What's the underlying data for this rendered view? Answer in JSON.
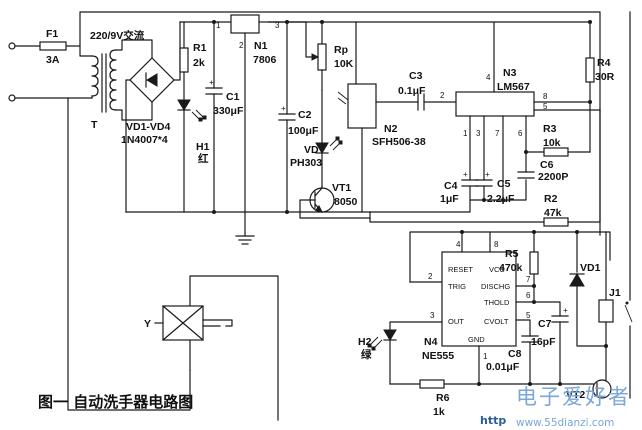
{
  "title": "图一 自动洗手器电路图",
  "watermark": {
    "text": "电子爱好者",
    "url": "www.55dianzi.com",
    "http": "http"
  },
  "components": {
    "F1": {
      "ref": "F1",
      "value": "3A"
    },
    "T": {
      "ref": "T",
      "spec": "220/9V交流"
    },
    "bridge": {
      "ref": "VD1-VD4",
      "value": "1N4007*4"
    },
    "R1": {
      "ref": "R1",
      "value": "2k"
    },
    "H1": {
      "ref": "H1",
      "value": "红"
    },
    "C1": {
      "ref": "C1",
      "value": "330μF"
    },
    "N1": {
      "ref": "N1",
      "value": "7806",
      "pins": [
        "1",
        "2",
        "3"
      ]
    },
    "C2": {
      "ref": "C2",
      "value": "100μF"
    },
    "VD": {
      "ref": "VD",
      "value": "PH303"
    },
    "Rp": {
      "ref": "Rp",
      "value": "10K"
    },
    "VT1": {
      "ref": "VT1",
      "value": "8050"
    },
    "N2": {
      "ref": "N2",
      "value": "SFH506-38"
    },
    "C3": {
      "ref": "C3",
      "value": "0.1μF"
    },
    "N3": {
      "ref": "N3",
      "value": "LM567",
      "pins": [
        "2",
        "4",
        "8",
        "5",
        "1",
        "3",
        "7",
        "6"
      ]
    },
    "R4": {
      "ref": "R4",
      "value": "30R"
    },
    "R3": {
      "ref": "R3",
      "value": "10k"
    },
    "C6": {
      "ref": "C6",
      "value": "2200P"
    },
    "C4": {
      "ref": "C4",
      "value": "1μF"
    },
    "C5": {
      "ref": "C5",
      "value": "2.2μF"
    },
    "R2": {
      "ref": "R2",
      "value": "47k"
    },
    "R5": {
      "ref": "R5",
      "value": "470k"
    },
    "VD1": {
      "ref": "VD1"
    },
    "J1": {
      "ref": "J1"
    },
    "Y": {
      "ref": "Y"
    },
    "N4": {
      "ref": "N4",
      "value": "NE555",
      "pin_names": {
        "reset": "RESET",
        "vcc": "VCC",
        "trig": "TRIG",
        "disch": "DISCHG",
        "thold": "THOLD",
        "out": "OUT",
        "cvolt": "CVOLT",
        "gnd": "GND"
      },
      "pins": {
        "reset": "4",
        "vcc": "8",
        "trig": "2",
        "disch": "7",
        "thold": "6",
        "out": "3",
        "cvolt": "5",
        "gnd": "1"
      }
    },
    "C7": {
      "ref": "C7",
      "value": "16pF"
    },
    "C8": {
      "ref": "C8",
      "value": "0.01μF"
    },
    "H2": {
      "ref": "H2",
      "value": "绿"
    },
    "R6": {
      "ref": "R6",
      "value": "1k"
    },
    "VT2": {
      "ref": "VT2"
    }
  }
}
